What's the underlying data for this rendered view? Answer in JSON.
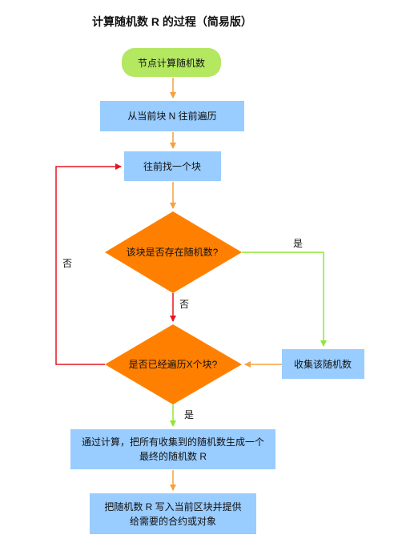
{
  "title": "计算随机数 R 的过程（简易版）",
  "nodes": {
    "start": "节点计算随机数",
    "traverse": "从当前块 N 往前遍历",
    "find_prev": "往前找一个块",
    "has_random": "该块是否存在随机数?",
    "traversed_x": "是否已经遍历X个块?",
    "collect": "收集该随机数",
    "compute_line1": "通过计算，把所有收集到的随机数生成一个",
    "compute_line2": "最终的随机数 R",
    "write_line1": "把随机数 R 写入当前区块并提供",
    "write_line2": "给需要的合约或对象"
  },
  "edge_labels": {
    "yes_to_collect": "是",
    "no_to_check": "否",
    "no_loop": "否",
    "yes_to_compute": "是"
  },
  "colors": {
    "start_fill": "#b3e860",
    "process_fill": "#99ccff",
    "decision_fill": "#ff8000",
    "arrow_orange": "#f7a03c",
    "arrow_red": "#e8141e",
    "arrow_green": "#8ee831"
  }
}
